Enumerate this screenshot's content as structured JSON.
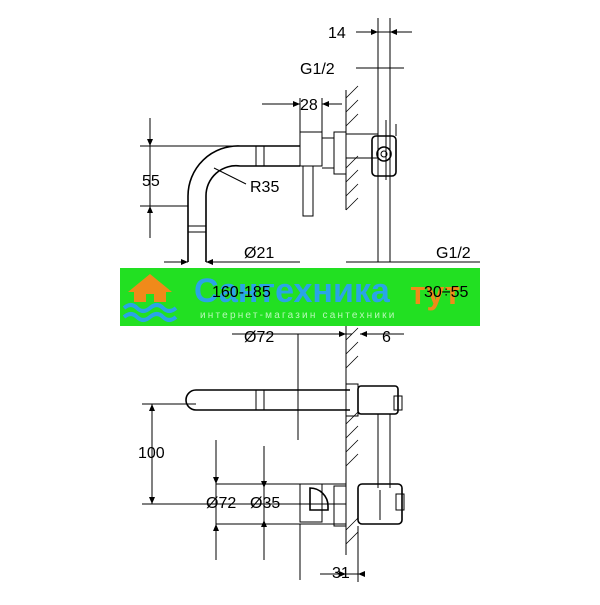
{
  "dimensions": {
    "d14": "14",
    "g12_top": "G1/2",
    "d28": "28",
    "d55": "55",
    "r35": "R35",
    "d21": "Ø21",
    "g12_mid": "G1/2",
    "d160_185": "160-185",
    "d30_55": "30÷55",
    "d72_top": "Ø72",
    "d6": "6",
    "d100": "100",
    "d72_bottom": "Ø72",
    "d35": "Ø35",
    "d31": "31"
  },
  "banner": {
    "title": "Сантехника",
    "tail": "тут",
    "subtitle": "интернет-магазин сантехники",
    "colors": {
      "background": "#22e022",
      "title": "#2aa4e6",
      "tail": "#f08a1a"
    }
  }
}
